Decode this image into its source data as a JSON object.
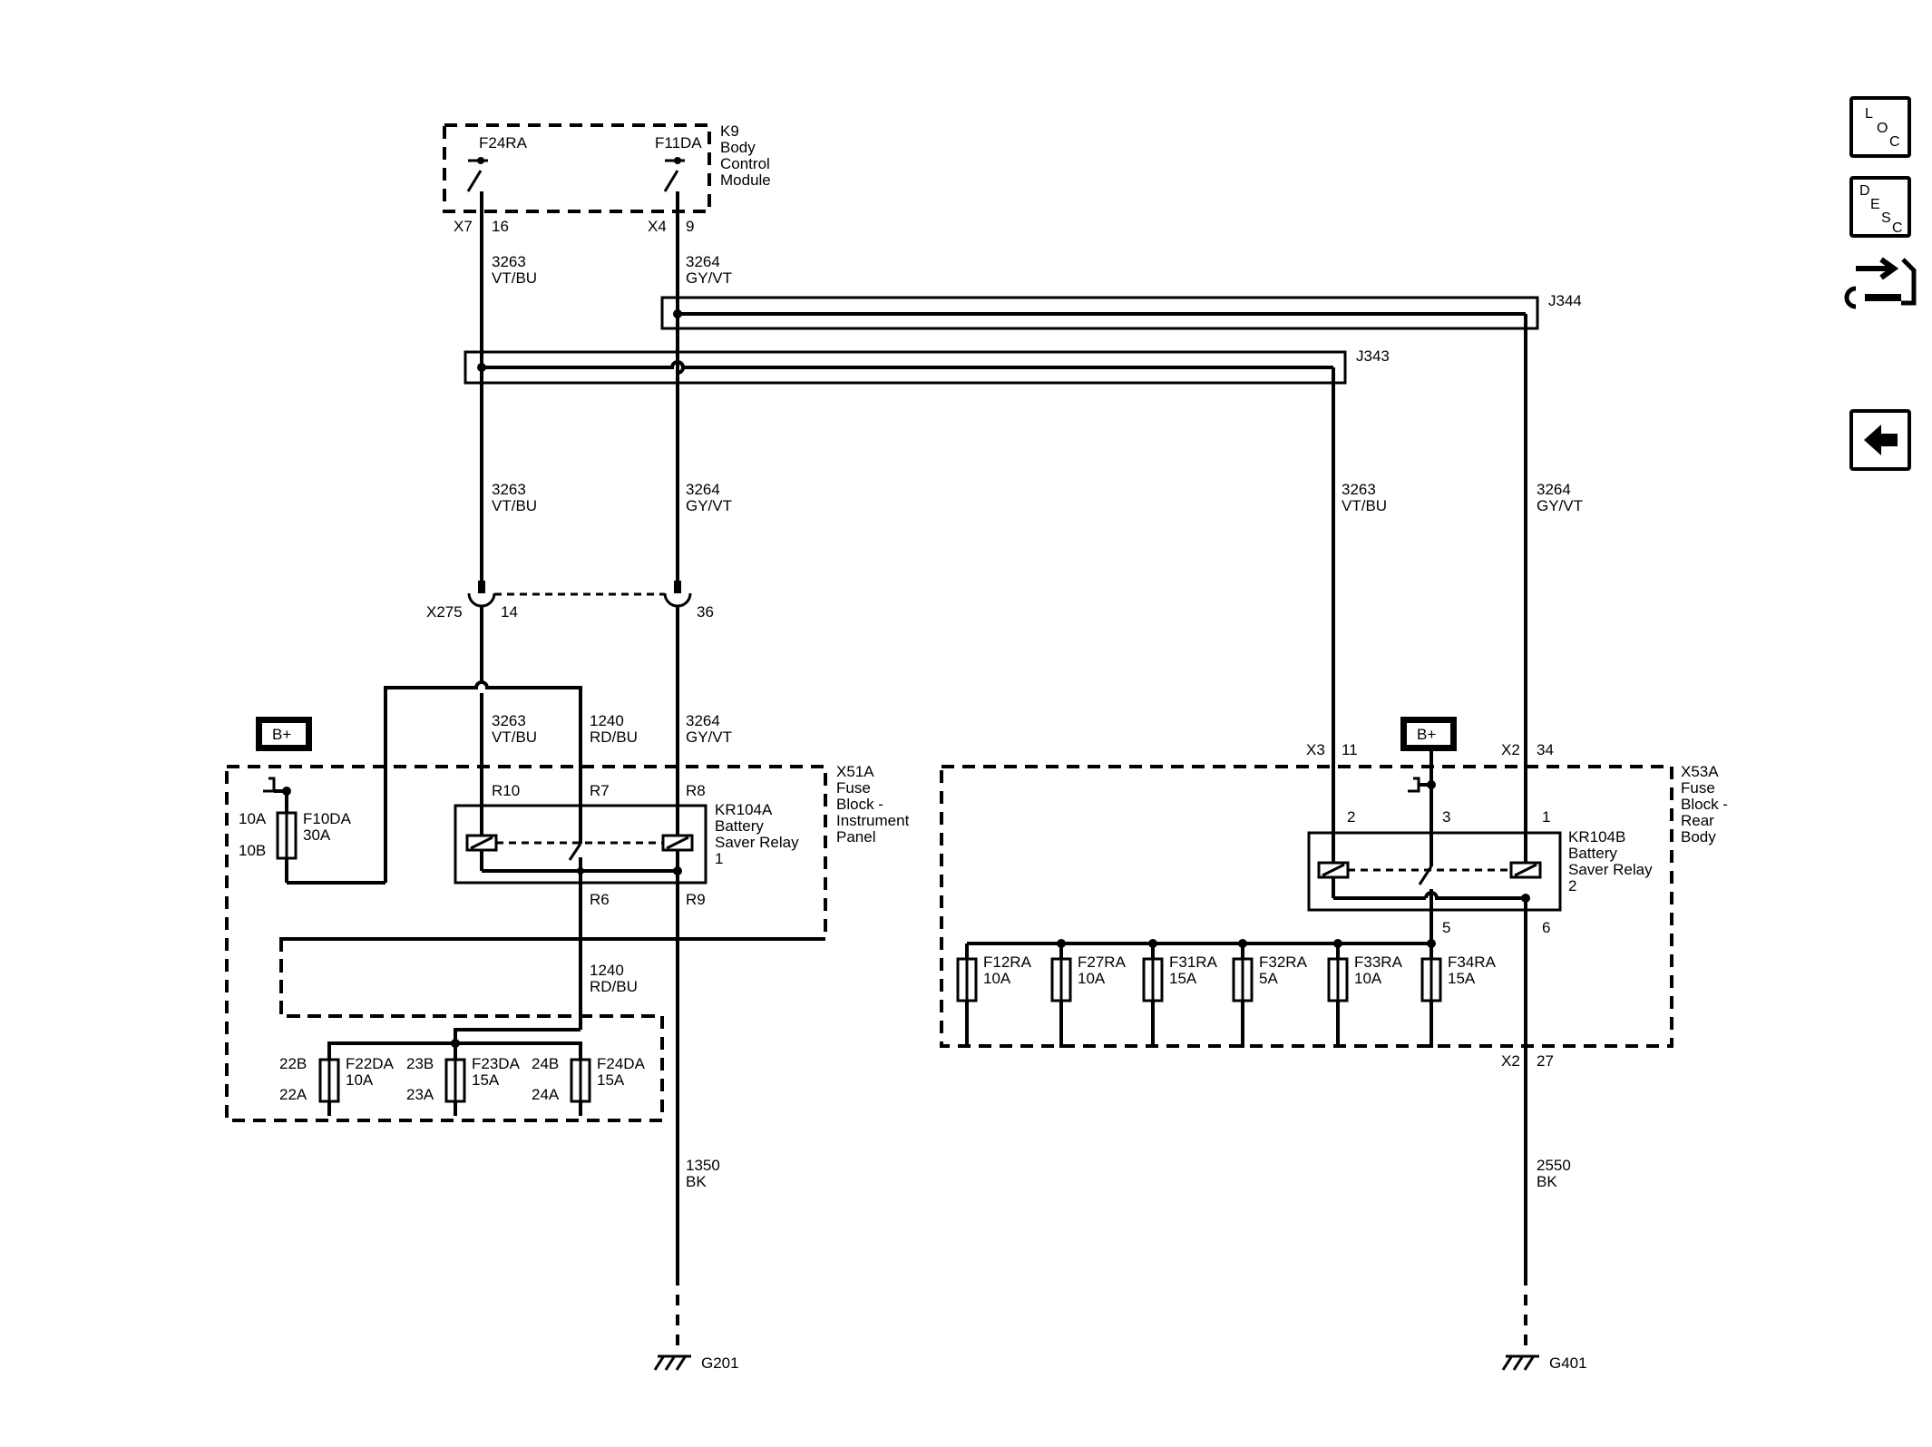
{
  "modules": {
    "bcm": {
      "name": "K9",
      "desc": [
        "Body",
        "Control",
        "Module"
      ]
    },
    "fuse_ip": {
      "name": "X51A",
      "desc": [
        "Fuse",
        "Block -",
        "Instrument",
        "Panel"
      ]
    },
    "fuse_rear": {
      "name": "X53A",
      "desc": [
        "Fuse",
        "Block -",
        "Rear",
        "Body"
      ]
    },
    "relay1": {
      "name": "KR104A",
      "desc": [
        "Battery",
        "Saver Relay",
        "1"
      ]
    },
    "relay2": {
      "name": "KR104B",
      "desc": [
        "Battery",
        "Saver Relay",
        "2"
      ]
    }
  },
  "bcm_outputs": {
    "left": "F24RA",
    "right": "F11DA"
  },
  "connectors": {
    "x7": "X7",
    "x7_pin": "16",
    "x4": "X4",
    "x4_pin": "9",
    "x275": "X275",
    "x275_pin_a": "14",
    "x275_pin_b": "36",
    "x3": "X3",
    "x3_pin": "11",
    "x2": "X2",
    "x2_pin": "34",
    "x2b": "X2",
    "x2b_pin": "27"
  },
  "splices": {
    "j344": "J344",
    "j343": "J343"
  },
  "wires": {
    "c3263": "3263",
    "vtbu": "VT/BU",
    "c3264": "3264",
    "gyvt": "GY/VT",
    "c1240": "1240",
    "rdbu": "RD/BU",
    "c1350": "1350",
    "c2550": "2550",
    "bk": "BK"
  },
  "relay1_pins": {
    "r10": "R10",
    "r7": "R7",
    "r8": "R8",
    "r6": "R6",
    "r9": "R9"
  },
  "relay2_pins": {
    "p2": "2",
    "p3": "3",
    "p1": "1",
    "p5": "5",
    "p6": "6"
  },
  "battery_label": "B+",
  "fuse_f10": {
    "name": "F10DA",
    "rating": "30A",
    "pin_top": "10A",
    "pin_bottom": "10B"
  },
  "ip_fuses": [
    {
      "name": "F22DA",
      "rating": "10A",
      "pin_top": "22B",
      "pin_bottom": "22A"
    },
    {
      "name": "F23DA",
      "rating": "15A",
      "pin_top": "23B",
      "pin_bottom": "23A"
    },
    {
      "name": "F24DA",
      "rating": "15A",
      "pin_top": "24B",
      "pin_bottom": "24A"
    }
  ],
  "rear_fuses": [
    {
      "name": "F12RA",
      "rating": "10A"
    },
    {
      "name": "F27RA",
      "rating": "10A"
    },
    {
      "name": "F31RA",
      "rating": "15A"
    },
    {
      "name": "F32RA",
      "rating": "5A"
    },
    {
      "name": "F33RA",
      "rating": "10A"
    },
    {
      "name": "F34RA",
      "rating": "15A"
    }
  ],
  "grounds": {
    "g201": "G201",
    "g401": "G401"
  },
  "sidebar": {
    "loc": [
      "L",
      "O",
      "C"
    ],
    "desc": [
      "D",
      "E",
      "S",
      "C"
    ],
    "service_icon": "connector-service-icon",
    "back_icon": "back-arrow-icon"
  }
}
